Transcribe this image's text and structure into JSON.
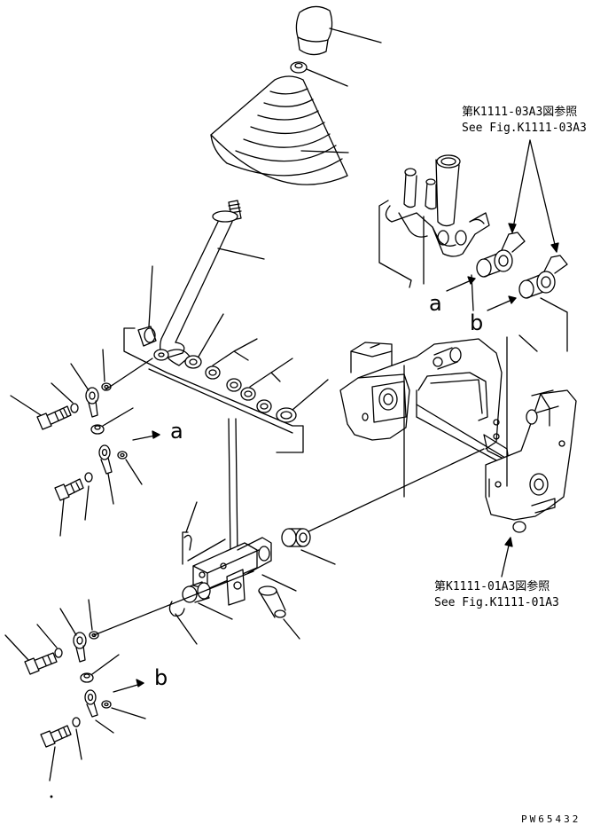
{
  "references": {
    "top": {
      "jp": "第K1111-03A3図参照",
      "en": "See Fig.K1111-03A3"
    },
    "bottom": {
      "jp": "第K1111-01A3図参照",
      "en": "See Fig.K1111-01A3"
    }
  },
  "callouts": {
    "a": "a",
    "b": "b"
  },
  "drawing_code": "PW65432"
}
